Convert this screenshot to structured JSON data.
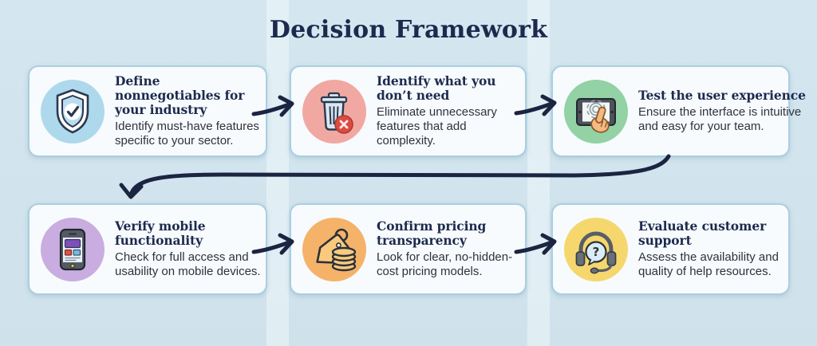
{
  "title": "Decision Framework",
  "colors": {
    "background": "#d2e4ee",
    "card_background": "#f7fbfd",
    "card_border": "#a9cfe1",
    "heading_text": "#1d2a4e",
    "body_text": "#30323c",
    "arrow": "#1b2441",
    "icon_backgrounds": {
      "shield": "#aed8eb",
      "trash": "#f2a8a2",
      "tablet": "#92d2a4",
      "phone": "#c9ade0",
      "tag": "#f5b269",
      "headset": "#f6d76e"
    }
  },
  "cards": [
    {
      "icon": "shield-check-icon",
      "heading": "Define nonnegotiables for your industry",
      "body": "Identify must-have features specific to your sector."
    },
    {
      "icon": "trash-delete-icon",
      "heading": "Identify what you don’t need",
      "body": "Eliminate unnecessary features that add complexity."
    },
    {
      "icon": "tablet-touch-icon",
      "heading": "Test the user experience",
      "body": "Ensure the interface is intuitive and easy for your team."
    },
    {
      "icon": "mobile-phone-icon",
      "heading": "Verify mobile functionality",
      "body": "Check for full access and usability on mobile devices."
    },
    {
      "icon": "price-tag-coins-icon",
      "heading": "Confirm pricing transparency",
      "body": "Look for clear, no-hidden-cost pricing models."
    },
    {
      "icon": "headset-support-icon",
      "heading": "Evaluate customer support",
      "body": "Assess the availability and quality of help resources.",
      "icon_glyph": "?"
    }
  ]
}
